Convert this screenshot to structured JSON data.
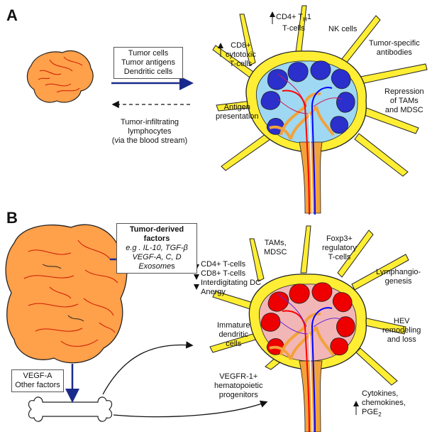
{
  "panel_a": {
    "letter": "A",
    "box_lines": [
      "Tumor cells",
      "Tumor  antigens",
      "Dendritic cells"
    ],
    "til_lines": [
      "Tumor-infiltrating",
      "lymphocytes",
      "(via the blood stream)"
    ],
    "labels": {
      "cd4_lines": [
        "CD4+ T",
        "T-cells"
      ],
      "cd4_sub": "H",
      "cd4_tail": "1",
      "nk": "NK cells",
      "antibodies_lines": [
        "Tumor-specific",
        "antibodies"
      ],
      "cd8_lines": [
        "CD8+",
        "cytotoxic",
        "T-cells"
      ],
      "antigen_lines": [
        "Antigen",
        "presentation"
      ],
      "repression_lines": [
        "Repression",
        "of TAMs",
        "and MDSC"
      ]
    }
  },
  "panel_b": {
    "letter": "B",
    "box_title_lines": [
      "Tumor-derived",
      "factors"
    ],
    "box_ital_lines": [
      "e.g . IL-10, TGF-β",
      "VEGF-A, C, D"
    ],
    "box_exo": "Exosome",
    "box_exo_tail": "s",
    "down_list": [
      "CD4+ T-cells",
      "CD8+ T-cells",
      "Interdigitating  DC",
      "Anergy"
    ],
    "vegf_box_lines": [
      "VEGF-A",
      "Other factors"
    ],
    "labels": {
      "tams_lines": [
        "TAMs,",
        "MDSC"
      ],
      "foxp3_lines": [
        "Foxp3+",
        "regulatory",
        "T-cells"
      ],
      "lymph_lines": [
        "Lymphangio-",
        "genesis"
      ],
      "hev_lines": [
        "HEV",
        "remodeling",
        "and loss"
      ],
      "immature_lines": [
        "Immature",
        "dendritic",
        "cells"
      ],
      "vegfr_lines": [
        "VEGFR-1+",
        "hematopoietic",
        "progenitors"
      ],
      "cyto_lines": [
        "Cytokines,",
        "chemokines,",
        "PGE"
      ],
      "cyto_sub": "2"
    }
  },
  "colors": {
    "node_yellow": "#ffee33",
    "node_outline": "#222222",
    "follicle_blue": "#2b2fcc",
    "sinus_blue_light": "#9fd8f2",
    "follicle_red": "#ee0000",
    "sinus_pink": "#f3b6b6",
    "tumor_orange": "#ffa04a",
    "vessel_red": "#ff0000",
    "vessel_blue": "#0000ff",
    "arrow_navy": "#1a2a8c",
    "orange_vessel": "#f2a23a"
  }
}
